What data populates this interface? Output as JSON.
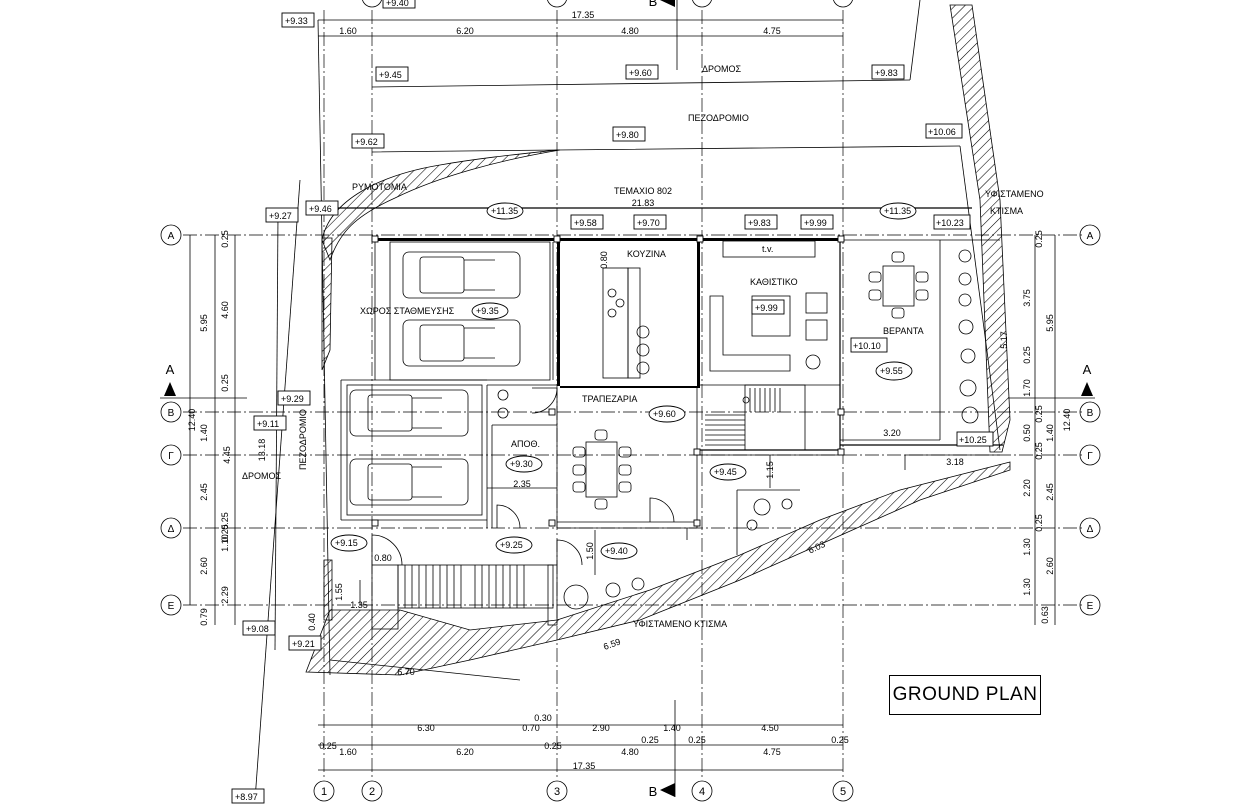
{
  "title": "GROUND PLAN",
  "grid": {
    "columns": [
      "1",
      "2",
      "3",
      "4",
      "5"
    ],
    "rows": [
      "A",
      "B",
      "Γ",
      "Δ",
      "E"
    ],
    "section_marks": [
      "A",
      "A",
      "B",
      "B"
    ]
  },
  "labels": {
    "road_top": "ΔΡΟΜΟΣ",
    "sidewalk_top": "ΠΕΖΟΔΡΟΜΙΟ",
    "rymotomia": "ΡΥΜΟΤΟΜΙΑ",
    "temaxio": "ΤΕΜΑΧΙΟ 802",
    "temaxio_len": "21.83",
    "existing_building_right": "ΥΦΙΣΤΑΜΕΝΟ",
    "existing_building_right2": "ΚΤΙΣΜΑ",
    "existing_building_bottom": "ΥΦΙΣΤΑΜΕΝΟ  ΚΤΙΣΜΑ",
    "road_left": "ΔΡΟΜΟΣ",
    "sidewalk_left": "ΠΕΖΟΔΡΟΜΙΟ",
    "parking": "ΧΩΡΟΣ  ΣΤΑΘΜΕΥΣΗΣ",
    "kitchen": "ΚΟΥΖΙΝΑ",
    "living": "ΚΑΘΙΣΤΙΚΟ",
    "veranda": "ΒΕΡΑΝΤΑ",
    "dining": "ΤΡΑΠΕΖΑΡΙΑ",
    "storage": "ΑΠΟΘ.",
    "tv": "t.v."
  },
  "levels_boxed": [
    "+9.33",
    "+9.40",
    "+9.45",
    "+9.60",
    "+9.83",
    "+9.62",
    "+9.80",
    "+10.06",
    "+9.27",
    "+9.46",
    "+9.58",
    "+9.70",
    "+9.83",
    "+9.99",
    "+10.23",
    "+9.99",
    "+10.10",
    "+9.29",
    "+9.11",
    "+10.25",
    "+9.08",
    "+9.21",
    "+8.97"
  ],
  "levels_oval": [
    "+11.35",
    "+11.35",
    "+9.35",
    "+9.55",
    "+9.60",
    "+9.30",
    "+9.45",
    "+9.15",
    "+9.25",
    "+9.40"
  ],
  "dims_top": [
    "17.35",
    "1.60",
    "6.20",
    "4.80",
    "4.75"
  ],
  "dims_bottom_1": [
    "6.30",
    "0.30",
    "0.70",
    "2.90",
    "1.40",
    "4.50"
  ],
  "dims_bottom_2": [
    "0.25",
    "1.60",
    "6.20",
    "0.25",
    "4.80",
    "0.25",
    "0.25",
    "4.75",
    "0.25"
  ],
  "dims_bottom_total": "17.35",
  "dims_left_outer": [
    "12.40"
  ],
  "dims_left_mid": [
    "5.95",
    "1.40",
    "4.45",
    "2.45",
    "2.60",
    "0.79"
  ],
  "dims_left_inner": [
    "0.25",
    "4.60",
    "0.25",
    "0.25",
    "1.10",
    "0.25",
    "2.29"
  ],
  "dims_right_inner": [
    "0.25",
    "3.75",
    "0.25",
    "1.70",
    "0.25",
    "0.50",
    "0.25",
    "2.20",
    "0.25",
    "1.30",
    "1.30",
    "0.63"
  ],
  "dims_right_outer": [
    "5.95",
    "12.40",
    "1.40",
    "2.45",
    "2.60"
  ],
  "dims_misc": [
    "13.18",
    "0.80",
    "0.80",
    "2.35",
    "1.50",
    "1.15",
    "3.20",
    "3.18",
    "1.55",
    "1.35",
    "0.40",
    "6.70",
    "6.59",
    "6.03",
    "5.17"
  ]
}
